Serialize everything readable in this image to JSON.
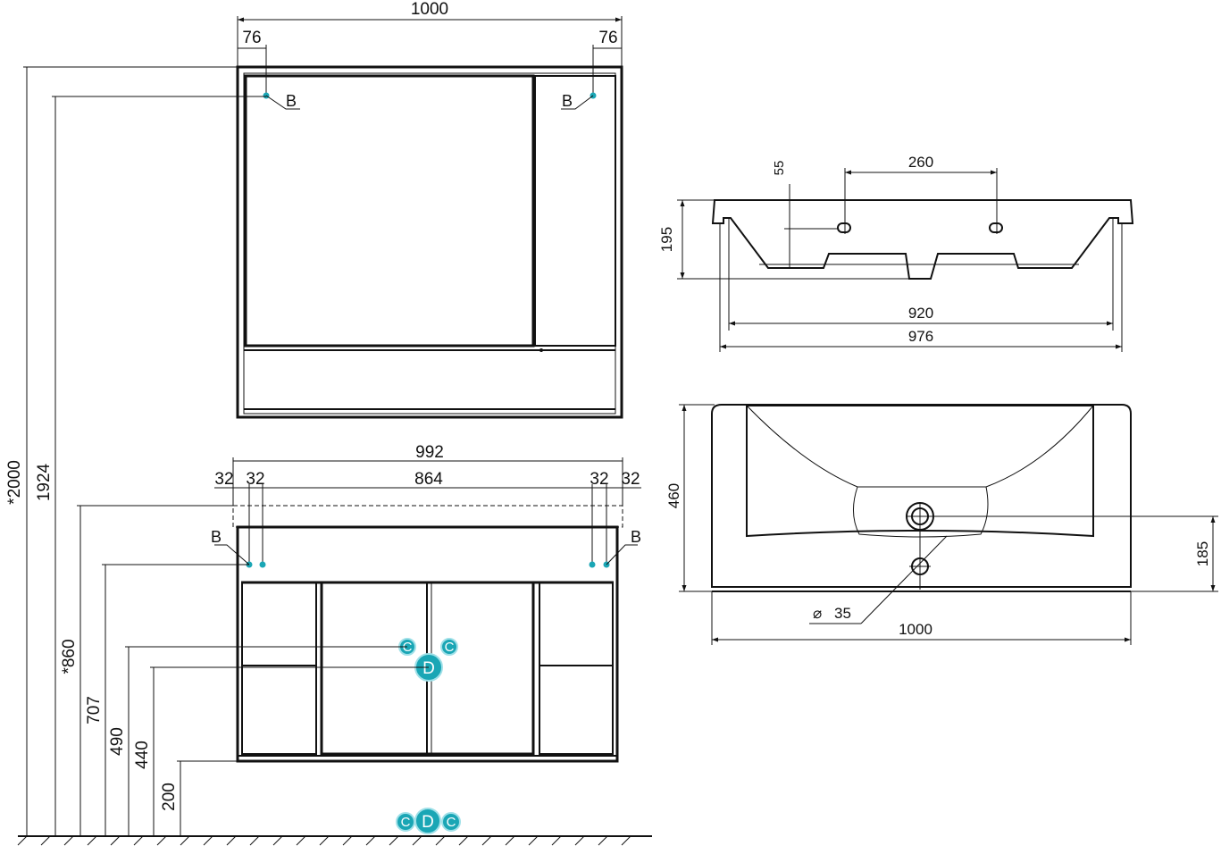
{
  "colors": {
    "line": "#111111",
    "marker": "#1aa6b5",
    "marker_ring": "#9fe0e8"
  },
  "mirror_cabinet": {
    "width_label": "1000",
    "left_offset_label": "76",
    "right_offset_label": "76",
    "mount_left_label": "B",
    "mount_right_label": "B"
  },
  "vanity": {
    "top_width_label": "992",
    "inner_width_label": "864",
    "left_outer_label": "32",
    "left_inner_label": "32",
    "right_inner_label": "32",
    "right_outer_label": "32",
    "mount_left_label": "B",
    "mount_right_label": "B",
    "utility_c_left": "C",
    "utility_c_right": "C",
    "utility_d": "D"
  },
  "heights": {
    "total_label": "*2000",
    "mirror_mount_label": "1924",
    "vanity_top_label": "*860",
    "vanity_mount_label": "707",
    "utility_c_label": "490",
    "utility_d_label": "440",
    "vanity_bottom_label": "200"
  },
  "floor_markers": {
    "c_left": "C",
    "d": "D",
    "c_right": "C"
  },
  "basin_section": {
    "tap_spacing_label": "260",
    "tap_depth_label": "55",
    "height_label": "195",
    "inner_width_label": "920",
    "outer_width_label": "976"
  },
  "basin_plan": {
    "depth_label": "460",
    "drain_offset_label": "185",
    "drain_diameter_label": "35",
    "diameter_symbol": "⌀",
    "width_label": "1000"
  }
}
